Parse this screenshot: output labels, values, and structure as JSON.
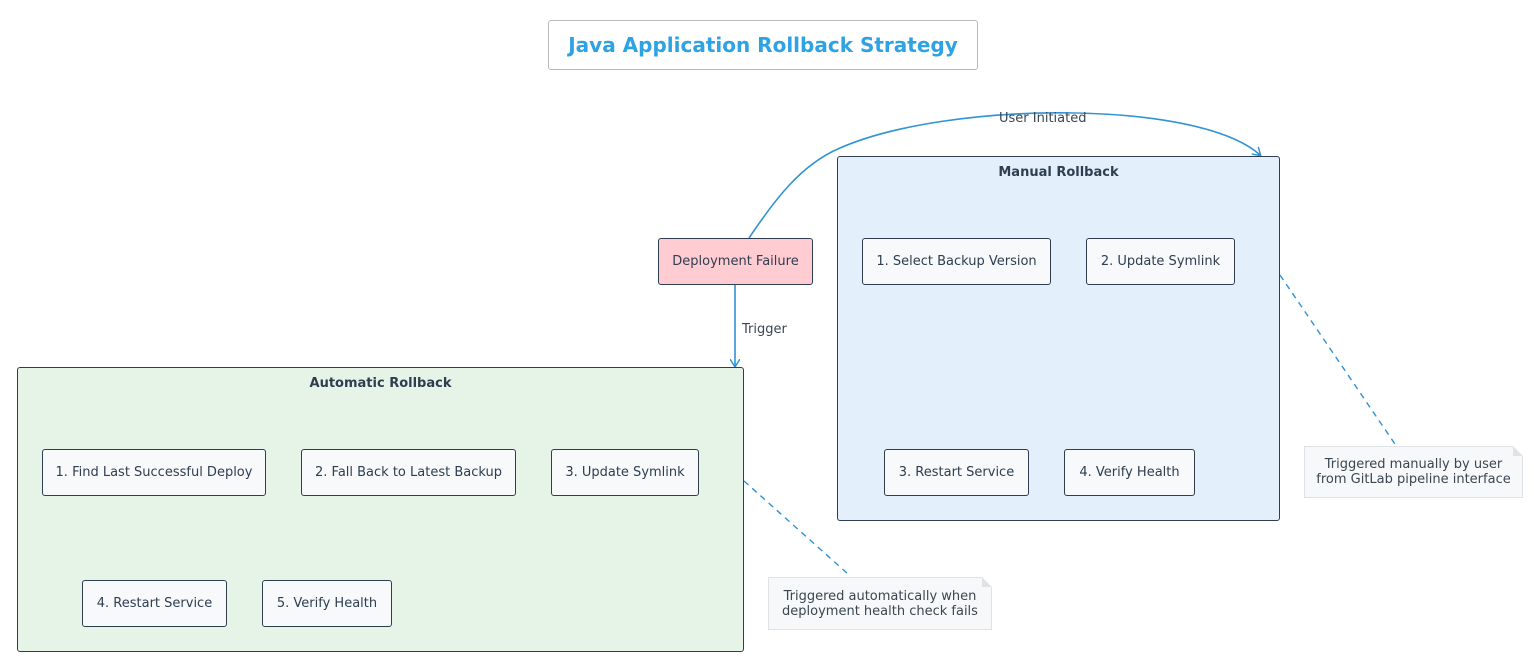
{
  "title": "Java Application Rollback Strategy",
  "colors": {
    "title": "#2ea3e3",
    "edge": "#2f93d4",
    "failure_node": "#ffccd2",
    "automatic_container": "#e6f4e8",
    "manual_container": "#e3f0fb"
  },
  "nodes": {
    "failure": "Deployment Failure"
  },
  "edges": {
    "trigger": "Trigger",
    "user_initiated": "User Initiated"
  },
  "automatic": {
    "label": "Automatic Rollback",
    "steps": [
      "1. Find Last Successful Deploy",
      "2. Fall Back to Latest Backup",
      "3. Update Symlink",
      "4. Restart Service",
      "5. Verify Health"
    ],
    "note": [
      "Triggered automatically when",
      "deployment health check fails"
    ]
  },
  "manual": {
    "label": "Manual Rollback",
    "steps": [
      "1. Select Backup Version",
      "2. Update Symlink",
      "3. Restart Service",
      "4. Verify Health"
    ],
    "note": [
      "Triggered manually by user",
      "from GitLab pipeline interface"
    ]
  }
}
